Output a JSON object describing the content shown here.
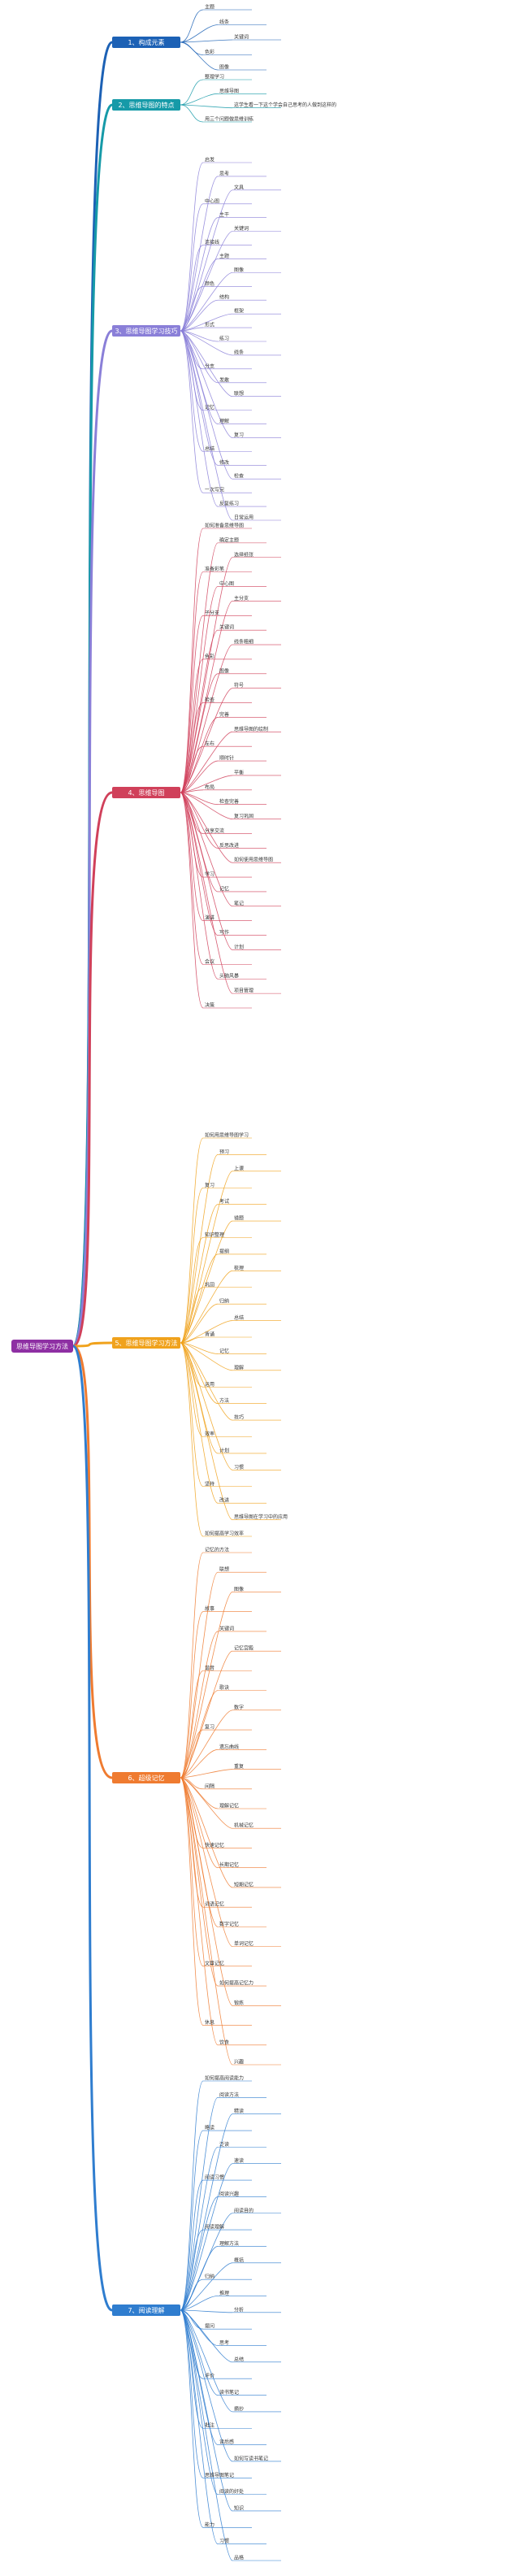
{
  "root": {
    "label": "思维导图学习方法",
    "color": "#8e2fa3"
  },
  "branches": [
    {
      "key": "b1",
      "label": "1、构成元素",
      "color": "#1c61b5",
      "leaves": [
        "主题",
        "线条",
        "关键词",
        "色彩",
        "图像"
      ]
    },
    {
      "key": "b2",
      "label": "2、思维导图的特点",
      "color": "#169aa8",
      "leaves": [
        "整理学习",
        "思维导图",
        "这学生看一下这个学会自己思考的人做到这样的",
        "用三个问题做思维训练"
      ]
    },
    {
      "key": "b3",
      "label": "3、思维导图学习技巧",
      "color": "#8a7fd8",
      "leaves": [
        "启发",
        "思考",
        "文具",
        "中心图",
        "主干",
        "关键词",
        "连接线",
        "主题",
        "图像",
        "颜色",
        "结构",
        "框架",
        "形式",
        "练习",
        "线条",
        "分支",
        "发散",
        "联想",
        "记忆",
        "理解",
        "复习",
        "总结",
        "修改",
        "检查",
        "一次写完",
        "反复练习",
        "日常运用"
      ]
    },
    {
      "key": "b4",
      "label": "4、思维导图",
      "color": "#d0405a",
      "leaves": [
        "如何准备思维导图",
        "确定主题",
        "选择纸张",
        "准备彩笔",
        "中心图",
        "主分支",
        "子分支",
        "关键词",
        "线条粗细",
        "色彩",
        "图像",
        "符号",
        "检查",
        "完善",
        "思维导图的绘制",
        "左右",
        "顺时针",
        "平衡",
        "布局",
        "检查完善",
        "复习巩固",
        "分享交流",
        "反思改进",
        "如何使用思维导图",
        "学习",
        "记忆",
        "笔记",
        "演讲",
        "写作",
        "计划",
        "会议",
        "头脑风暴",
        "项目管理",
        "决策"
      ]
    },
    {
      "key": "b5",
      "label": "5、思维导图学习方法",
      "color": "#f0a21c",
      "leaves": [
        "如何用思维导图学习",
        "预习",
        "上课",
        "复习",
        "考试",
        "错题",
        "知识整理",
        "提纲",
        "梳理",
        "巩固",
        "归纳",
        "总结",
        "背诵",
        "记忆",
        "理解",
        "运用",
        "方法",
        "技巧",
        "效率",
        "计划",
        "习惯",
        "坚持",
        "改进",
        "思维导图在学习中的应用",
        "如何提高学习效率"
      ]
    },
    {
      "key": "b6",
      "label": "6、超级记忆",
      "color": "#ef7b30",
      "leaves": [
        "记忆的方法",
        "联想",
        "图像",
        "故事",
        "关键词",
        "记忆宫殿",
        "谐音",
        "歌诀",
        "数字",
        "复习",
        "遗忘曲线",
        "重复",
        "间隔",
        "理解记忆",
        "机械记忆",
        "快速记忆",
        "长期记忆",
        "短期记忆",
        "词语记忆",
        "数字记忆",
        "单词记忆",
        "文章记忆",
        "如何提高记忆力",
        "锻炼",
        "休息",
        "饮食",
        "兴趣"
      ]
    },
    {
      "key": "b7",
      "label": "7、阅读理解",
      "color": "#2f7dcf",
      "leaves": [
        "如何提高阅读能力",
        "阅读方法",
        "精读",
        "略读",
        "泛读",
        "速读",
        "阅读习惯",
        "阅读兴趣",
        "阅读目的",
        "阅读理解",
        "理解方法",
        "概括",
        "归纳",
        "推理",
        "分析",
        "提问",
        "思考",
        "总结",
        "评价",
        "读书笔记",
        "摘抄",
        "批注",
        "读后感",
        "如何写读书笔记",
        "思维导图笔记",
        "阅读的好处",
        "知识",
        "能力",
        "习惯",
        "品格"
      ]
    }
  ]
}
